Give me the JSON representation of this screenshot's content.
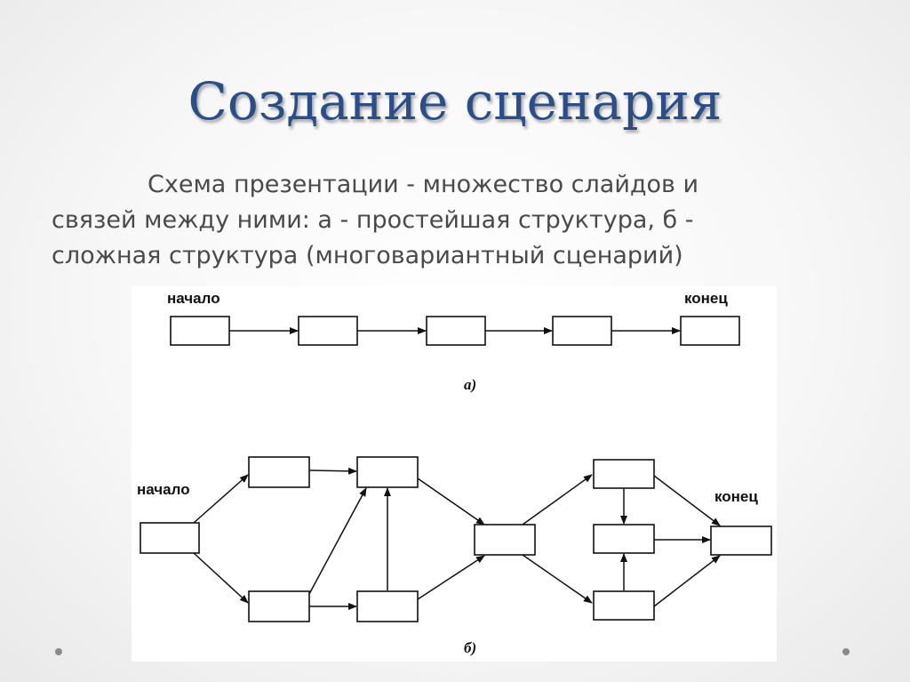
{
  "slide": {
    "title": "Создание сценария",
    "subtitle_lines": [
      "Схема презентации - множество слайдов и",
      "связей между ними: а - простейшая структура, б -",
      "сложная структура (многовариантный сценарий)"
    ]
  },
  "diagram_a": {
    "start_label": "начало",
    "end_label": "конец",
    "caption": "а)"
  },
  "diagram_b": {
    "start_label": "начало",
    "end_label": "конец",
    "caption": "б)"
  },
  "colors": {
    "title": "#2a4e8a",
    "text": "#4a4a4a"
  }
}
